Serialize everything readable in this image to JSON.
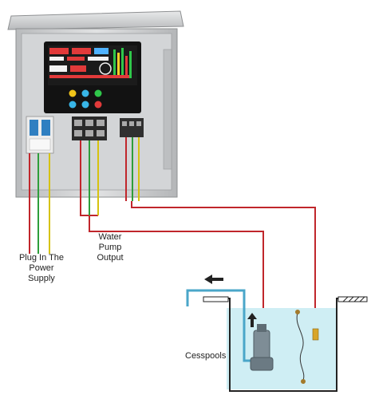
{
  "labels": {
    "power_supply": [
      "Plug In The",
      "Power",
      "Supply"
    ],
    "pump_output": [
      "Water",
      "Pump",
      "Output"
    ],
    "cesspool": "Cesspools"
  },
  "colors": {
    "wire_red": "#c0262b",
    "wire_green": "#2e9e3a",
    "wire_yellow": "#d6c20f",
    "water": "#cfeef4",
    "pipe": "#4aa6c9",
    "cabinet": "#c7c9cb",
    "display_bg": "#111111"
  },
  "icons": {
    "flow_arrow": "left-arrow-icon",
    "float_switch": "float-switch-icon",
    "pump": "submersible-pump-icon"
  }
}
